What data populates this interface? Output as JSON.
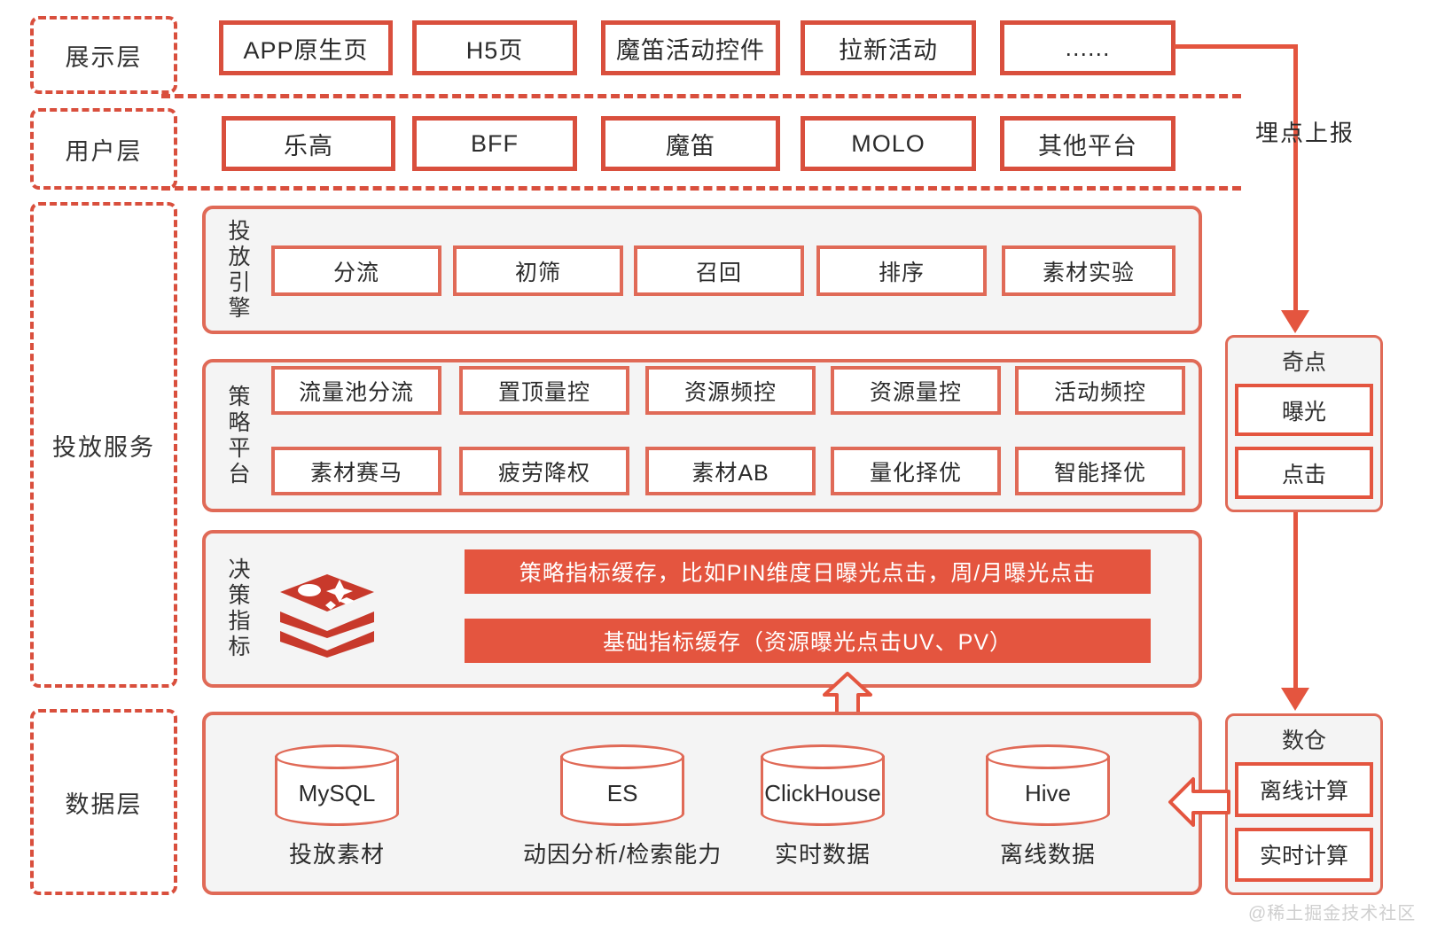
{
  "layers": {
    "presentation": {
      "label": "展示层"
    },
    "user": {
      "label": "用户层"
    },
    "delivery_service": {
      "label": "投放服务"
    },
    "data": {
      "label": "数据层"
    }
  },
  "presentation_row": {
    "items": [
      {
        "label": "APP原生页"
      },
      {
        "label": "H5页"
      },
      {
        "label": "魔笛活动控件"
      },
      {
        "label": "拉新活动"
      },
      {
        "label": "......"
      }
    ]
  },
  "user_row": {
    "items": [
      {
        "label": "乐高"
      },
      {
        "label": "BFF"
      },
      {
        "label": "魔笛"
      },
      {
        "label": "MOLO"
      },
      {
        "label": "其他平台"
      }
    ]
  },
  "delivery_engine": {
    "label": "投放引擎",
    "items": [
      {
        "label": "分流"
      },
      {
        "label": "初筛"
      },
      {
        "label": "召回"
      },
      {
        "label": "排序"
      },
      {
        "label": "素材实验"
      }
    ]
  },
  "strategy_platform": {
    "label": "策略平台",
    "row1": [
      {
        "label": "流量池分流"
      },
      {
        "label": "置顶量控"
      },
      {
        "label": "资源频控"
      },
      {
        "label": "资源量控"
      },
      {
        "label": "活动频控"
      }
    ],
    "row2": [
      {
        "label": "素材赛马"
      },
      {
        "label": "疲劳降权"
      },
      {
        "label": "素材AB"
      },
      {
        "label": "量化择优"
      },
      {
        "label": "智能择优"
      }
    ]
  },
  "decision_metrics": {
    "label": "决策指标",
    "logo": "redis-logo",
    "banners": [
      {
        "label": "策略指标缓存，比如PIN维度日曝光点击，周/月曝光点击"
      },
      {
        "label": "基础指标缓存（资源曝光点击UV、PV）"
      }
    ]
  },
  "data_layer": {
    "databases": [
      {
        "name": "MySQL",
        "caption": "投放素材"
      },
      {
        "name": "ES",
        "caption": "动因分析/检索能力"
      },
      {
        "name": "ClickHouse",
        "caption": "实时数据"
      },
      {
        "name": "Hive",
        "caption": "离线数据"
      }
    ]
  },
  "singularity": {
    "title": "奇点",
    "items": [
      {
        "label": "曝光"
      },
      {
        "label": "点击"
      }
    ]
  },
  "warehouse": {
    "title": "数仓",
    "items": [
      {
        "label": "离线计算"
      },
      {
        "label": "实时计算"
      }
    ]
  },
  "connectors": {
    "tracking_label": "埋点上报"
  },
  "watermark": {
    "text": "@稀土掘金技术社区"
  },
  "colors": {
    "accent": "#d94f3d",
    "accent_soft": "#e06a57",
    "banner": "#e4553f",
    "panel_bg": "#f4f4f4",
    "text": "#2b2b2b"
  }
}
